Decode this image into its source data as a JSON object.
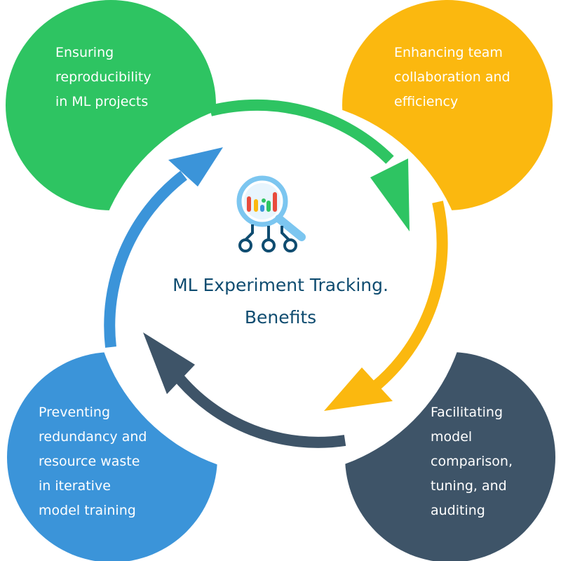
{
  "title_lines": [
    "ML Experiment Tracking.",
    "Benefits"
  ],
  "benefits": [
    {
      "position": "top-left",
      "color": "#2ec462",
      "lines": [
        "Ensuring",
        "reproducibility",
        "in ML projects"
      ]
    },
    {
      "position": "top-right",
      "color": "#fbb80f",
      "lines": [
        "Enhancing team",
        "collaboration and",
        "efficiency"
      ]
    },
    {
      "position": "bottom-right",
      "color": "#3e5468",
      "lines": [
        "Facilitating",
        "model",
        "comparison,",
        "tuning, and",
        "auditing"
      ]
    },
    {
      "position": "bottom-left",
      "color": "#3b94d9",
      "lines": [
        "Preventing",
        "redundancy and",
        "resource waste",
        "in iterative",
        "model training"
      ]
    }
  ],
  "icon": {
    "name": "ml-analytics-magnifier-icon",
    "bar_colors": [
      "#e84b3c",
      "#fbb80f",
      "#2ec462",
      "#3b94d9",
      "#e84b3c"
    ],
    "lens_color": "#7cc6f0",
    "node_color": "#0f4c70"
  }
}
